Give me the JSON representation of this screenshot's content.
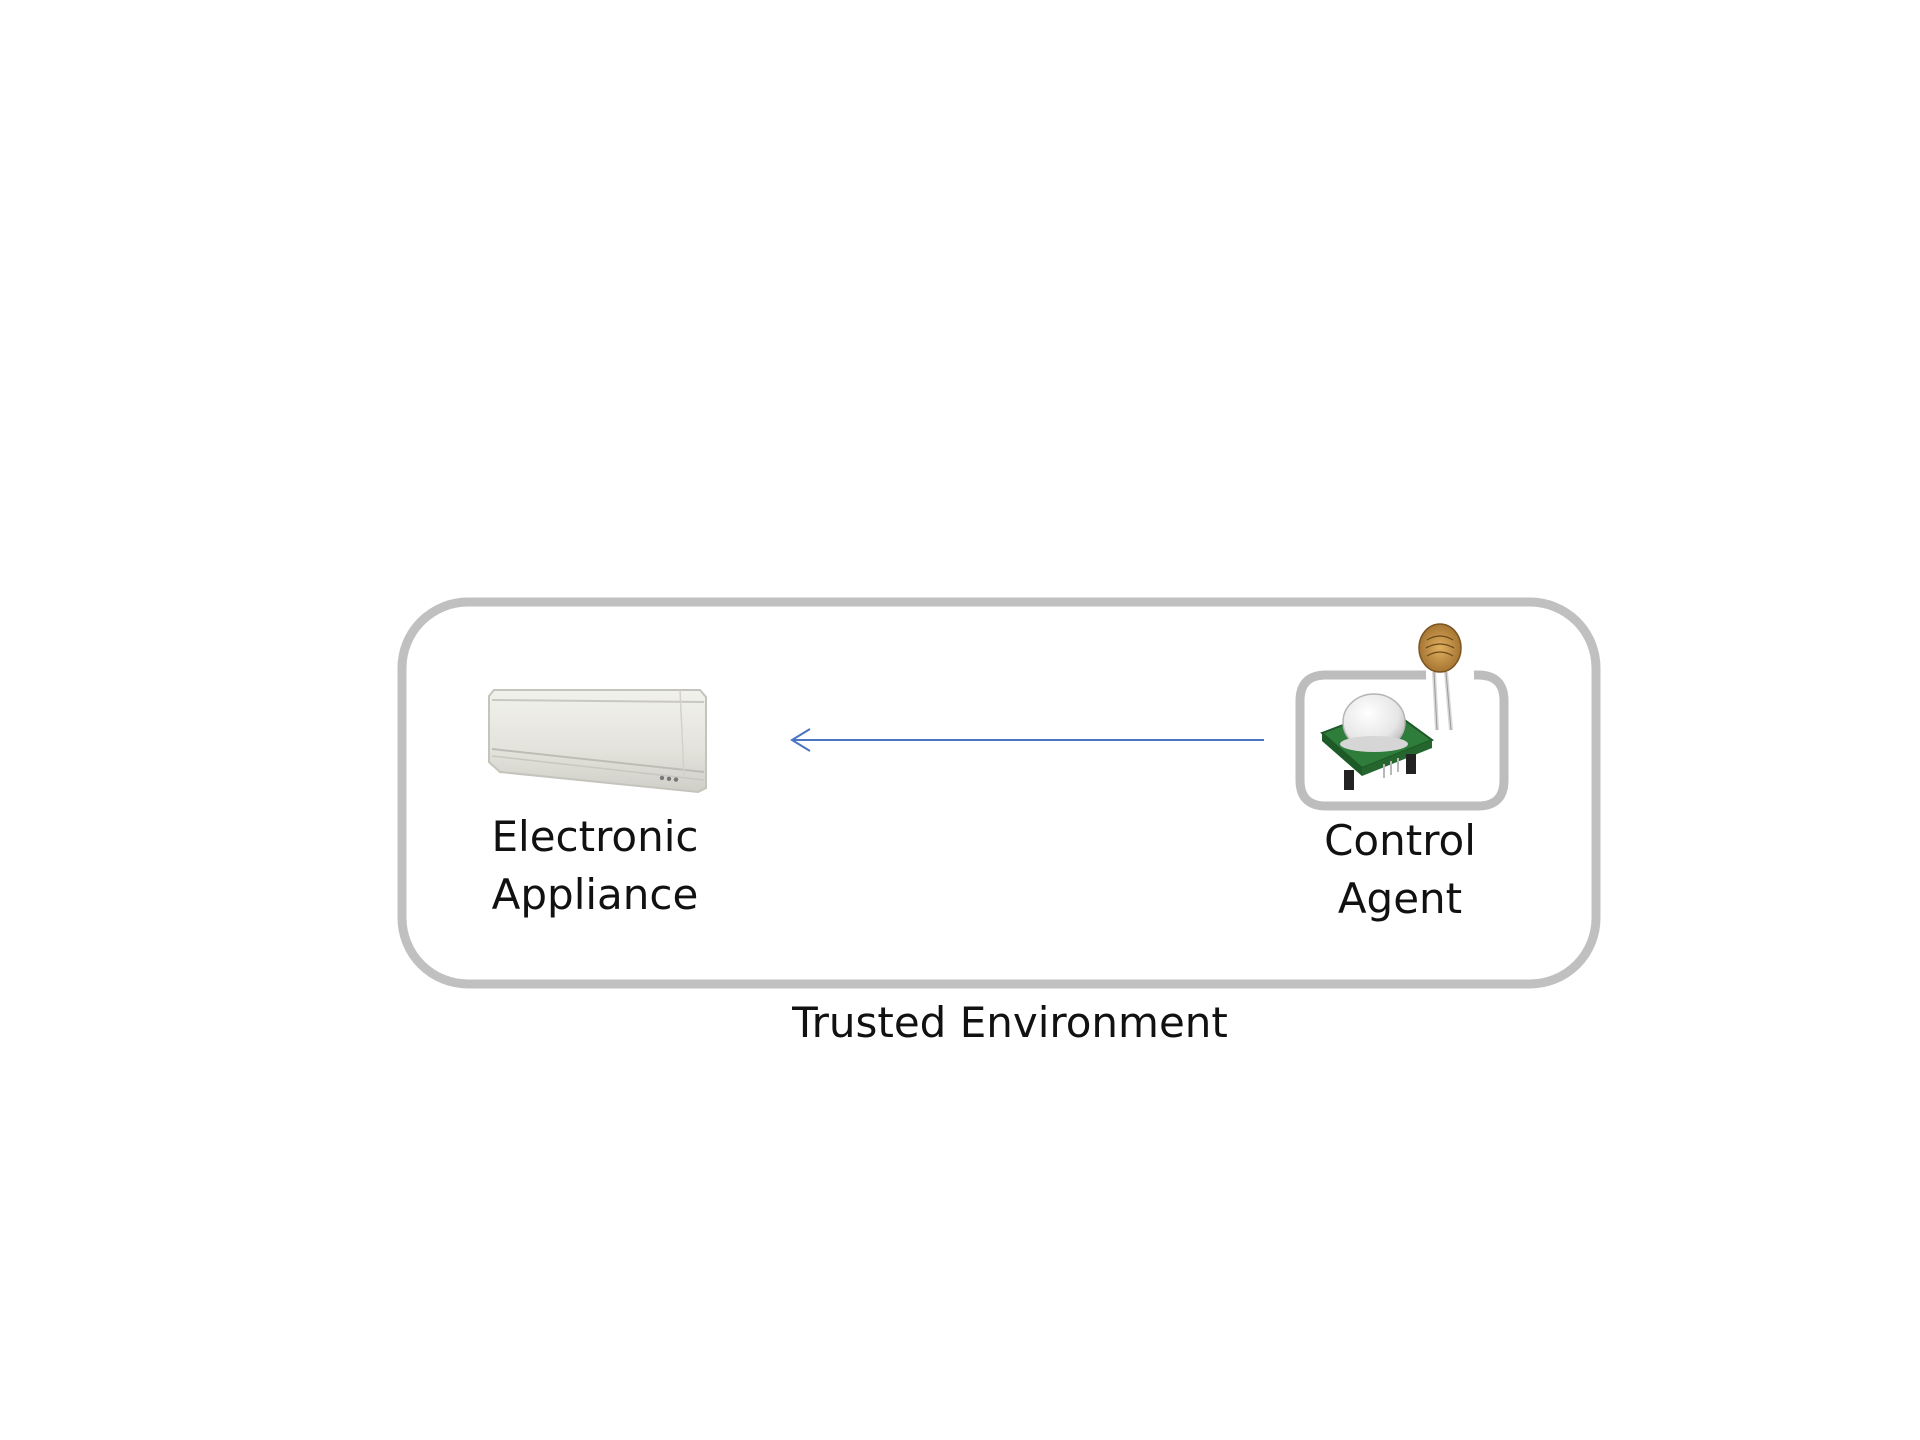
{
  "appliance": {
    "name": "air-conditioner",
    "label_line1": "Electronic",
    "label_line2": "Appliance"
  },
  "agent": {
    "name": "motion-and-light-sensor",
    "label_line1": "Control",
    "label_line2": "Agent"
  },
  "environment": {
    "caption": "Trusted Environment"
  },
  "colors": {
    "frame": "#c0c0c0",
    "arrow": "#4a76c0",
    "text": "#111111",
    "pcb": "#2e7d3a",
    "dome": "#eeeeee",
    "appliance_body": "#e3e3dc"
  },
  "connection": {
    "from": "agent",
    "to": "appliance",
    "direction": "leftward"
  }
}
